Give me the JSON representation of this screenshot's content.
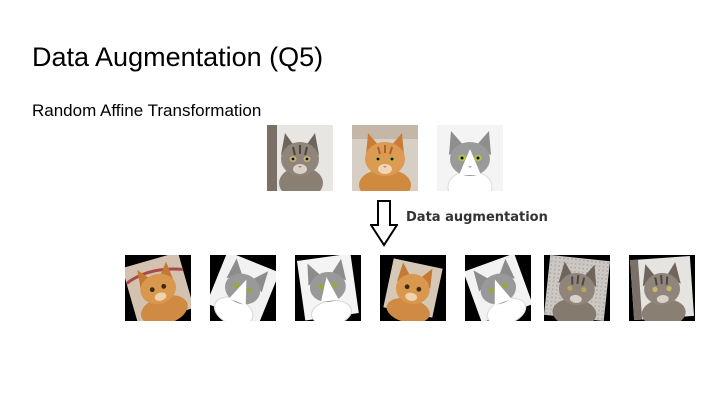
{
  "slide": {
    "title": "Data Augmentation (Q5)",
    "subtitle": "Random Affine Transformation",
    "arrow_label": "Data augmentation"
  },
  "colors": {
    "background": "#ffffff",
    "text": "#000000",
    "label": "#333333",
    "tabby": "#8a7f73",
    "orange": "#d9924a",
    "gray_white": "#9a9a9a"
  },
  "images": {
    "source": [
      "tabby-cat",
      "orange-cat",
      "gray-white-cat"
    ],
    "augmented": [
      "orange-cat",
      "gray-white-cat",
      "gray-white-cat",
      "orange-cat",
      "gray-white-cat",
      "tabby-cat",
      "tabby-cat"
    ]
  }
}
